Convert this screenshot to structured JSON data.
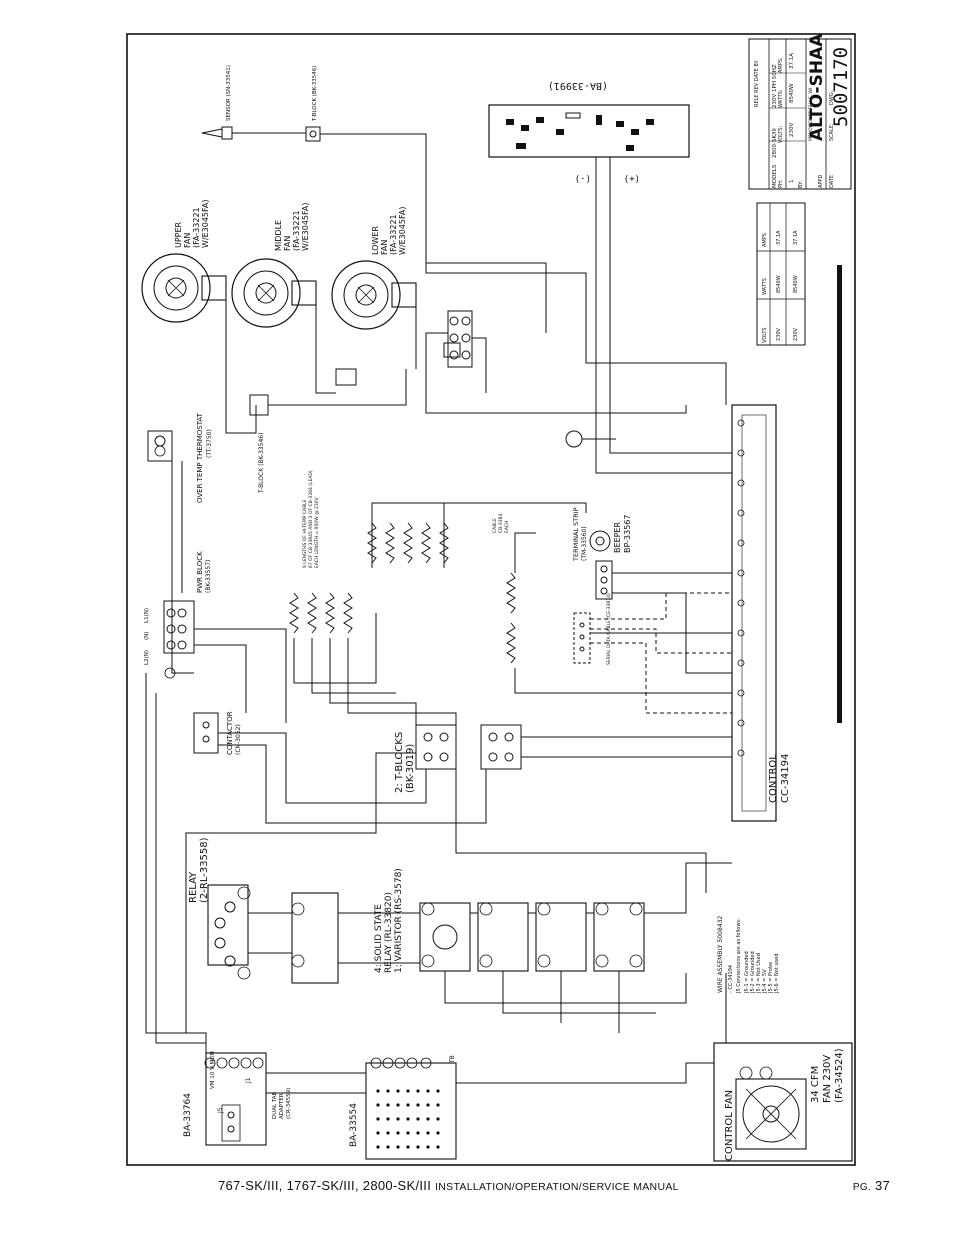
{
  "schematic": {
    "title_block": {
      "brand": "ALTO-SHAAM",
      "brand_sub": "MENOMONEE FALLS, WI",
      "drawing_number": "5007170",
      "dwg_label": "DWG:",
      "scale_label": "SCALE:",
      "date_label": "DATE",
      "by_label": "BY:",
      "appd_label": "APPD",
      "models_label": "MODELS",
      "models_value": "2800-SK/III",
      "rev_label": "RELE REV DATE BY",
      "volts_label": "VOLTS:",
      "volts_value": "230V",
      "watts_label": "WATTS:",
      "watts_value": "8540W",
      "amps_label": "AMPS:",
      "amps_value": "37.1A",
      "ph_label": "PH:",
      "ph_value": "1",
      "supply": "230V 1PH 50HZ"
    },
    "rating_table": {
      "headers": [
        "VOLTS",
        "WATTS",
        "AMPS"
      ],
      "rows": [
        [
          "230V",
          "8540W",
          "37.1A"
        ],
        [
          "230V",
          "8540W",
          "37.1A"
        ]
      ]
    },
    "components": {
      "sensor": "SENSOR (SN-33541)",
      "tblock_top": "T-BLOCK (BK-33546)",
      "upper_fan": [
        "UPPER",
        "FAN",
        "(FA-33221",
        "W/E3045FA)"
      ],
      "middle_fan": [
        "MIDDLE",
        "FAN",
        "(FA-33221",
        "W/E3045FA)"
      ],
      "lower_fan": [
        "LOWER",
        "FAN",
        "(FA-33221",
        "W/E3045FA)"
      ],
      "pcb": "(BA-33991)",
      "neg": "(-)",
      "pos": "(+)",
      "overtemp": [
        "OVER TEMP THERMOSTAT",
        "(TT-3750)"
      ],
      "tblock_mid": "T-BLOCK (BK-33546)",
      "pwr_block": [
        "PWR BLOCK",
        "(BK-33557)"
      ],
      "heater_note": [
        "9 LENGTHS OF HI-TEMP CABLE",
        "67 OF CB-33845 AND 3 OF CB-3384 (LEAD)",
        "EACH LENGTH = 950W @ 230V"
      ],
      "cable_note": [
        "CABLE",
        "CB-3384",
        "EACH"
      ],
      "terminal_strip": [
        "TERMINAL STRIP",
        "(TM-33560)"
      ],
      "beeper": [
        "BEEPER",
        "BP-33567"
      ],
      "serial_cable": "SERIAL DATA CABLE (CE-33874)",
      "contactor": [
        "CONTACTOR",
        "(CN-3052)"
      ],
      "tblocks": [
        "2: T-BLOCKS",
        "(BK-3019)"
      ],
      "control": [
        "CONTROL",
        "CC-34194"
      ],
      "relay": [
        "RELAY",
        "(2-RL-33558)"
      ],
      "ssr": [
        "4: SOLID STATE",
        "RELAY (RL-33820)",
        "1: VARISTOR (RS-3578)"
      ],
      "wire_assembly": [
        "WIRE ASSEMBLY 5008432",
        "- CC-34194",
        "J5 Connections are as follows:",
        "J5-1 = Grounded",
        "J5-2 = Grounded",
        "J5-3 = Not Used",
        "J5-4 = 5V",
        "J5-5 = Probe",
        "J5-6 = Not used"
      ],
      "control_fan": [
        "CONTROL FAN",
        "34 CFM",
        "FAN 230V",
        "(FA-34524)"
      ],
      "ba33764": "BA-33764",
      "vm": "VM 10 V MON",
      "j1": "J1",
      "j5": "J5",
      "dual_tab": [
        "DUAL TAB",
        "ADAPTER",
        "(CR-34559)"
      ],
      "ba33554": "BA-33554",
      "tb": "TB",
      "pwr_in": [
        "L1(N)",
        "(N)",
        "L2(N)"
      ]
    }
  },
  "footer": {
    "models": "767-SK/III, 1767-SK/III, 2800-SK/III",
    "manual": "INSTALLATION/OPERATION/SERVICE MANUAL",
    "page_prefix": "PG.",
    "page_number": "37"
  }
}
